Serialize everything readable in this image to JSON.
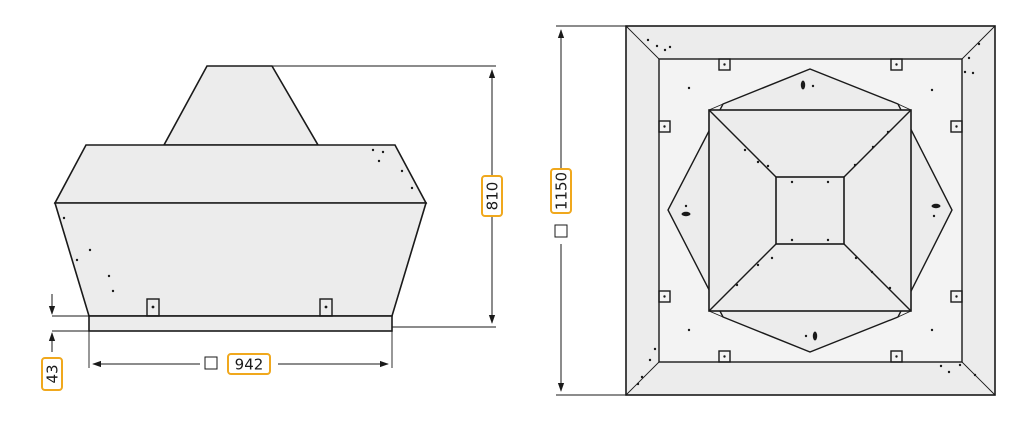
{
  "dimensions": {
    "height_label": "810",
    "base_height_label": "43",
    "base_width_label": "942",
    "square_size_label": "1150",
    "square_symbol": "□"
  },
  "colors": {
    "label_border": "#f0a81d",
    "body_fill": "#ececec",
    "line": "#1a1a1a"
  }
}
